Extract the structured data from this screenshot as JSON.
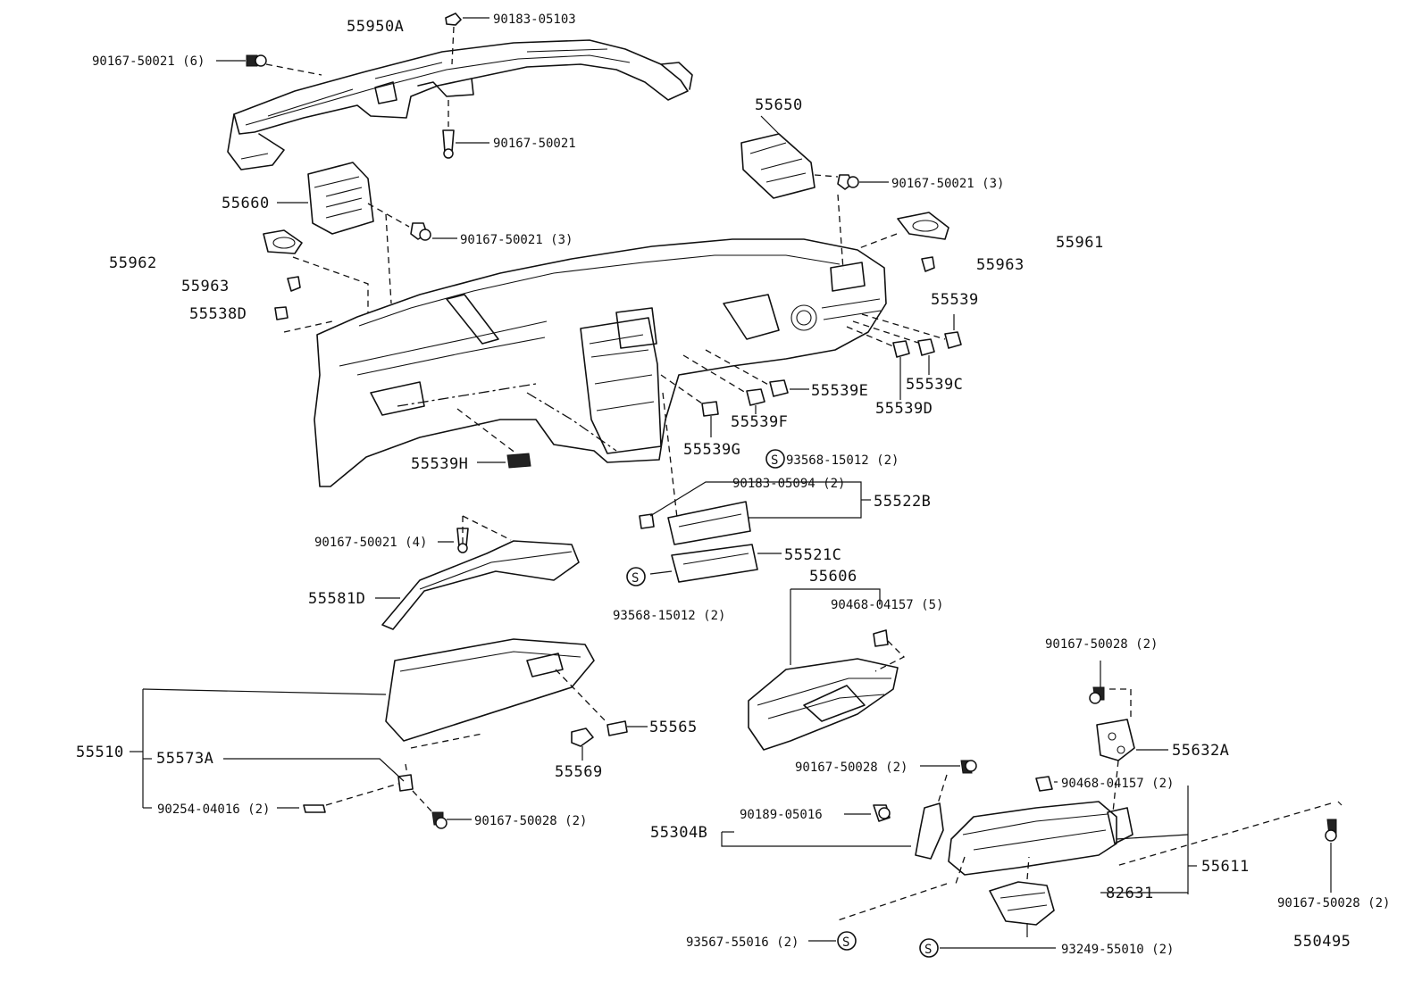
{
  "diagram_code": "550495",
  "labels": {
    "p55950A": "55950A",
    "p90183_05103": "90183-05103",
    "p90167_50021_6": "90167-50021 (6)",
    "p90167_50021": "90167-50021",
    "p55660": "55660",
    "p90167_50021_3a": "90167-50021 (3)",
    "p55650": "55650",
    "p90167_50021_3b": "90167-50021 (3)",
    "p55962": "55962",
    "p55963a": "55963",
    "p55538D": "55538D",
    "p55961": "55961",
    "p55963b": "55963",
    "p55539": "55539",
    "p55539E": "55539E",
    "p55539C": "55539C",
    "p55539D": "55539D",
    "p55539F": "55539F",
    "p55539G": "55539G",
    "p55539H": "55539H",
    "p93568_15012_a": "93568-15012 (2)",
    "p90183_05094": "90183-05094 (2)",
    "p55522B": "55522B",
    "p90167_50021_4": "90167-50021 (4)",
    "p55521C": "55521C",
    "p55581D": "55581D",
    "p93568_15012_b": "93568-15012 (2)",
    "p55606": "55606",
    "p90468_04157_5": "90468-04157 (5)",
    "p55510": "55510",
    "p55573A": "55573A",
    "p90254_04016": "90254-04016 (2)",
    "p90167_50028_a": "90167-50028 (2)",
    "p55565": "55565",
    "p55569": "55569",
    "p90167_50028_b": "90167-50028 (2)",
    "p90167_50028_c": "90167-50028 (2)",
    "p55632A": "55632A",
    "p90468_04157_2": "90468-04157 (2)",
    "p90189_05016": "90189-05016",
    "p55304B": "55304B",
    "p55611": "55611",
    "p82631": "82631",
    "p93567_55016": "93567-55016 (2)",
    "p93249_55010": "93249-55010 (2)",
    "p90167_50028_d": "90167-50028 (2)",
    "s_mark": "S"
  },
  "colors": {
    "ink": "#111111",
    "paper": "#ffffff"
  },
  "icons": [
    "bolt-icon",
    "clip-icon",
    "screw-icon",
    "s-mark-icon"
  ]
}
